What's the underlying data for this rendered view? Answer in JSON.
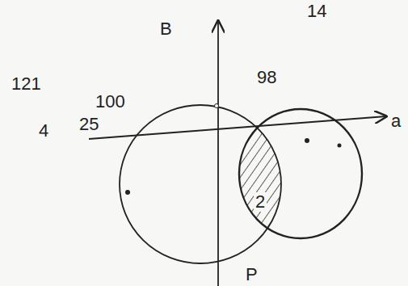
{
  "diagram": {
    "labels": [
      "14",
      "B",
      "98",
      "121",
      "100",
      "4",
      "25",
      "a",
      "2",
      "P"
    ]
  }
}
